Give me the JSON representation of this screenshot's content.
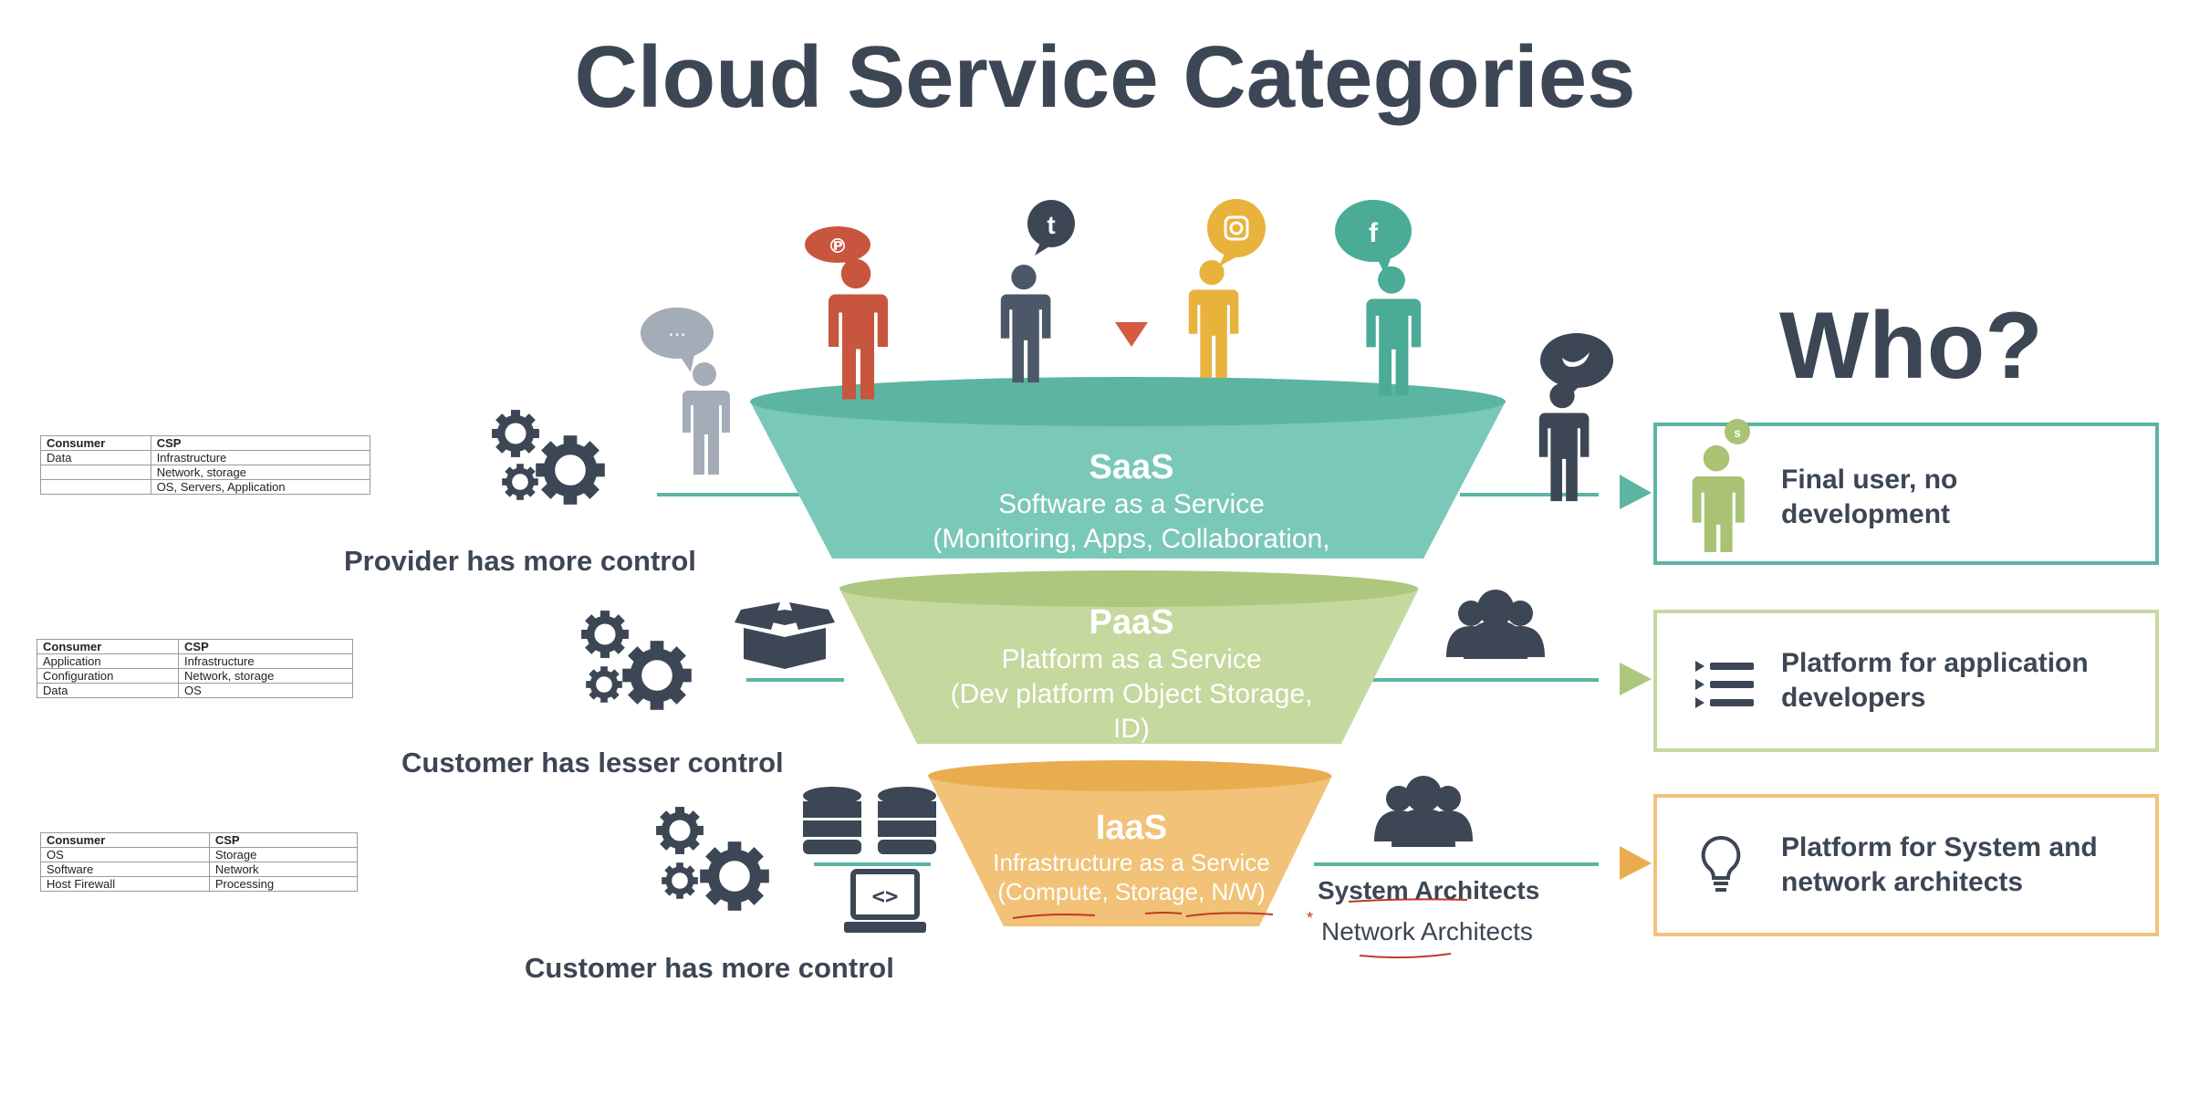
{
  "title": "Cloud Service Categories",
  "who_heading": "Who?",
  "layers": [
    {
      "name": "SaaS",
      "line1": "Software as a Service",
      "line2": "(Monitoring, Apps, Collaboration,",
      "line3": ""
    },
    {
      "name": "PaaS",
      "line1": "Platform as a Service",
      "line2": "(Dev platform Object Storage,",
      "line3": "ID)"
    },
    {
      "name": "IaaS",
      "line1": "Infrastructure as a Service",
      "line2": "(Compute, Storage, N/W)",
      "line3": ""
    }
  ],
  "control_labels": [
    "Provider has more control",
    "Customer has lesser control",
    "Customer has more control"
  ],
  "who_boxes": [
    {
      "text_line1": "Final user, no",
      "text_line2": "development"
    },
    {
      "text_line1": "Platform for application",
      "text_line2": "developers"
    },
    {
      "text_line1": "Platform for System and",
      "text_line2": "network architects"
    }
  ],
  "architects": {
    "line1": "System Architects",
    "line2": "Network Architects",
    "marker": "*"
  },
  "tables": [
    {
      "headers": [
        "Consumer",
        "CSP"
      ],
      "rows": [
        [
          "Data",
          "Infrastructure"
        ],
        [
          "",
          "Network, storage"
        ],
        [
          "",
          "OS, Servers, Application"
        ]
      ]
    },
    {
      "headers": [
        "Consumer",
        "CSP"
      ],
      "rows": [
        [
          "Application",
          "Infrastructure"
        ],
        [
          "Configuration",
          "Network, storage"
        ],
        [
          "Data",
          "OS"
        ]
      ]
    },
    {
      "headers": [
        "Consumer",
        "CSP"
      ],
      "rows": [
        [
          "OS",
          "Storage"
        ],
        [
          "Software",
          "Network"
        ],
        [
          "Host Firewall",
          "Processing"
        ]
      ]
    }
  ],
  "colors": {
    "saas": "#7ac8b8",
    "saas_top": "#5bb5a2",
    "paas": "#c5d89e",
    "paas_top": "#adc77f",
    "iaas": "#f1c277",
    "iaas_top": "#e9ad4f",
    "line": "#5bb5a2",
    "dark": "#3c4654",
    "red": "#c8553d",
    "gold": "#e8b23c",
    "teal": "#4aab97",
    "grey": "#a3acb7",
    "green": "#a9c274"
  },
  "icons": [
    "gears-icon",
    "person-icon",
    "pinterest-icon",
    "twitter-icon",
    "instagram-icon",
    "facebook-icon",
    "rss-icon",
    "skype-icon",
    "box-icon",
    "group-icon",
    "database-icon",
    "laptop-code-icon",
    "list-icon",
    "lightbulb-icon"
  ]
}
